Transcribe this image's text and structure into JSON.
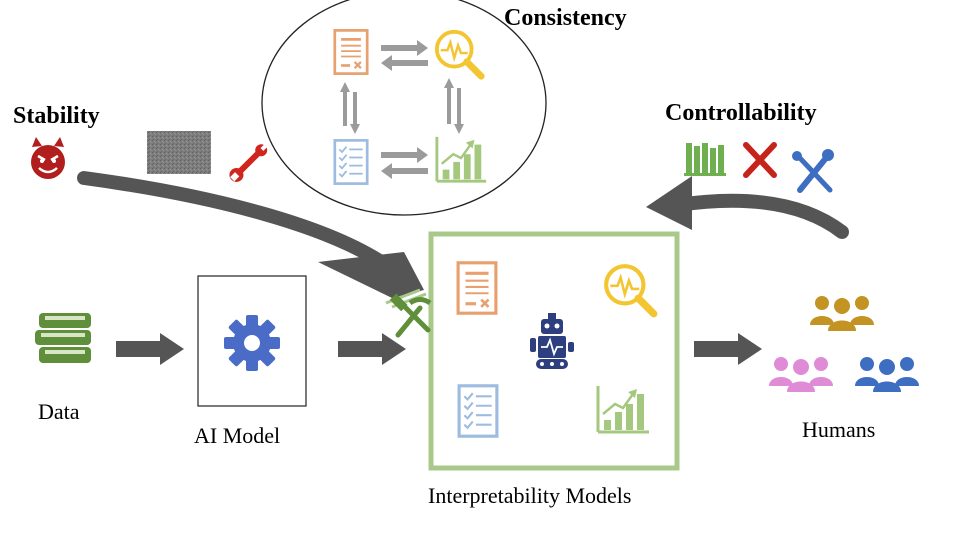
{
  "labels": {
    "consistency": "Consistency",
    "stability": "Stability",
    "controllability": "Controllability",
    "data": "Data",
    "ai_model": "AI Model",
    "interpretability_models": "Interpretability Models",
    "humans": "Humans"
  },
  "colors": {
    "orange": "#E8A06E",
    "yellow": "#F2C531",
    "blue_light": "#9DBCE0",
    "green": "#A4C97E",
    "green_box": "#A9C98A",
    "gear_blue": "#4A6CC7",
    "book_green": "#5F8F3A",
    "devil_red": "#B11E1E",
    "wrench_red": "#D0261E",
    "x_red": "#C6241B",
    "arrow_dark": "#555555",
    "arrow_gray": "#9B9B9B",
    "robot_navy": "#2E3F7F",
    "people_gold": "#C39423",
    "people_pink": "#E08BD6",
    "people_blue": "#3E6EC2"
  },
  "icons": {
    "consistency_group": [
      "report-icon",
      "waveform-search-icon",
      "checklist-icon",
      "growth-chart-icon"
    ],
    "stability_group": [
      "devil-icon",
      "noise-image-icon",
      "wrench-icon"
    ],
    "controllability_group": [
      "books-icon",
      "cross-icon",
      "tools-icon"
    ],
    "interpretability_group": [
      "report-icon",
      "waveform-search-icon",
      "robot-icon",
      "checklist-icon",
      "growth-chart-icon"
    ],
    "other": [
      "data-books-icon",
      "gear-icon",
      "hammer-pick-icon",
      "people-gold-icon",
      "people-pink-icon",
      "people-blue-icon"
    ]
  }
}
